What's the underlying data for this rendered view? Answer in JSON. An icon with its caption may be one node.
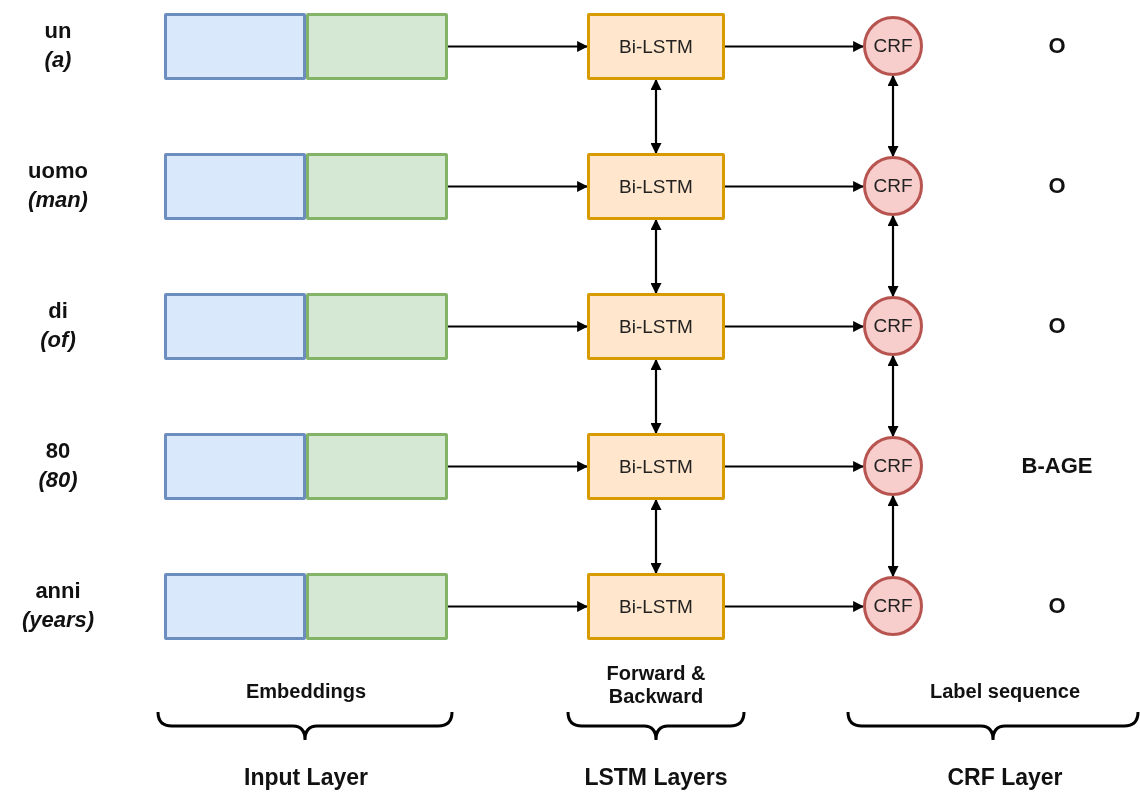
{
  "diagram": {
    "nodes": [
      {
        "text": [],
        "shape": "box"
      },
      {
        "text": [],
        "shape": "box"
      },
      {
        "text": [
          "Bi-LSTM"
        ]
      },
      {
        "text": [
          "CRF"
        ]
      },
      {
        "text": [],
        "shape": "box"
      },
      {
        "text": [],
        "shape": "box"
      },
      {
        "text": [
          "Bi-LSTM"
        ]
      },
      {
        "text": [
          "CRF"
        ]
      },
      {
        "text": [],
        "shape": "box"
      },
      {
        "text": [],
        "shape": "box"
      },
      {
        "text": [
          "Bi-LSTM"
        ]
      },
      {
        "text": [
          "CRF"
        ]
      },
      {
        "text": [],
        "shape": "box"
      },
      {
        "text": [],
        "shape": "box"
      },
      {
        "text": [
          "Bi-LSTM"
        ]
      },
      {
        "text": [
          "CRF"
        ]
      },
      {
        "text": [],
        "shape": "box"
      },
      {
        "text": [],
        "shape": "box"
      },
      {
        "text": [
          "Bi-LSTM"
        ]
      },
      {
        "text": [
          "CRF"
        ]
      }
    ],
    "edges": [
      {
        "from": 1,
        "to": 2,
        "arrow": "to"
      },
      {
        "from": 2,
        "to": 3,
        "arrow": "to"
      },
      {
        "from": 5,
        "to": 6,
        "arrow": "to"
      },
      {
        "from": 6,
        "to": 7,
        "arrow": "to"
      },
      {
        "from": 9,
        "to": 10,
        "arrow": "to"
      },
      {
        "from": 10,
        "to": 11,
        "arrow": "to"
      },
      {
        "from": 13,
        "to": 14,
        "arrow": "to"
      },
      {
        "from": 14,
        "to": 15,
        "arrow": "to"
      },
      {
        "from": 17,
        "to": 18,
        "arrow": "to"
      },
      {
        "from": 18,
        "to": 19,
        "arrow": "to"
      },
      {
        "from": 2,
        "to": 6,
        "arrow": "both"
      },
      {
        "from": 6,
        "to": 10,
        "arrow": "both"
      },
      {
        "from": 10,
        "to": 14,
        "arrow": "both"
      },
      {
        "from": 14,
        "to": 18,
        "arrow": "both"
      },
      {
        "from": 3,
        "to": 7,
        "arrow": "both"
      },
      {
        "from": 7,
        "to": 11,
        "arrow": "both"
      },
      {
        "from": 11,
        "to": 15,
        "arrow": "both"
      },
      {
        "from": 15,
        "to": 19,
        "arrow": "both"
      }
    ],
    "labels": [
      "un",
      "(a)",
      "O",
      "uomo",
      "(man)",
      "O",
      "di",
      "(of)",
      "O",
      "80",
      "(80)",
      "B-AGE",
      "anni",
      "(years)",
      "O",
      "Embeddings",
      "Forward & Backward",
      "Label sequence",
      "Input Layer",
      "LSTM Layers",
      "CRF Layer"
    ]
  }
}
